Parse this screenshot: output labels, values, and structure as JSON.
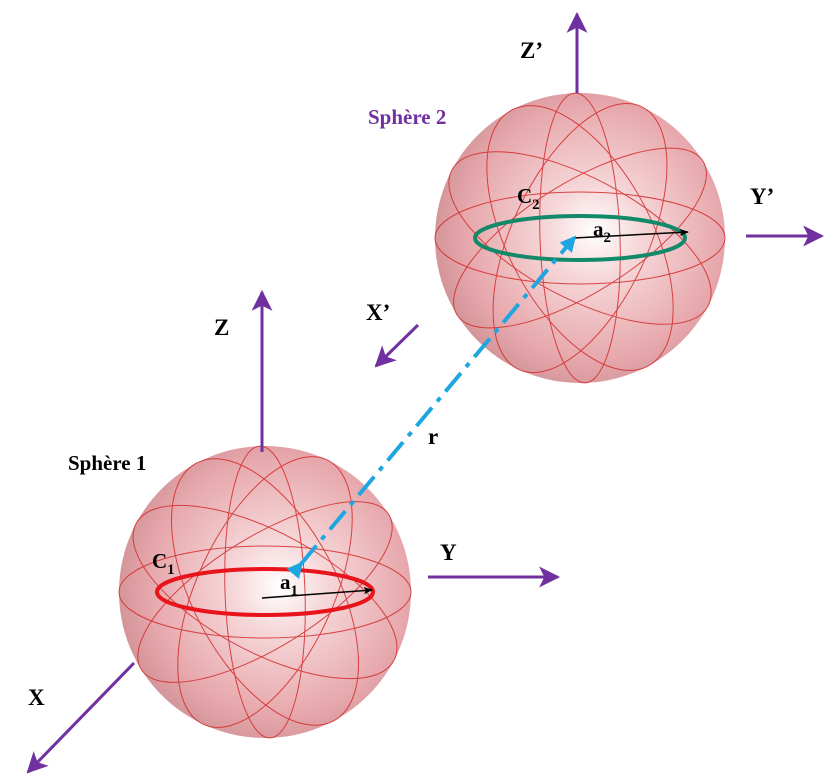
{
  "labels": {
    "sphere1": "Sphère 1",
    "sphere2": "Sphère 2",
    "axis_x": "X",
    "axis_y": "Y",
    "axis_z": "Z",
    "axis_x_prime": "X’",
    "axis_y_prime": "Y’",
    "axis_z_prime": "Z’",
    "distance": "r",
    "coil1_letter": "C",
    "coil1_index": "1",
    "coil2_letter": "C",
    "coil2_index": "2",
    "radius1_letter": "a",
    "radius1_index": "1",
    "radius2_letter": "a",
    "radius2_index": "2"
  },
  "colors": {
    "axis": "#7030a0",
    "sphere2_label": "#7030a0",
    "sphere_fill": "#e7a9ad",
    "sphere_highlight": "#ffffff",
    "sphere_wire": "#d42a2a",
    "coil1": "#e8141b",
    "coil2": "#128a6a",
    "distance_line": "#1ea6e0",
    "radius_arrow": "#000000",
    "text": "#000000"
  }
}
